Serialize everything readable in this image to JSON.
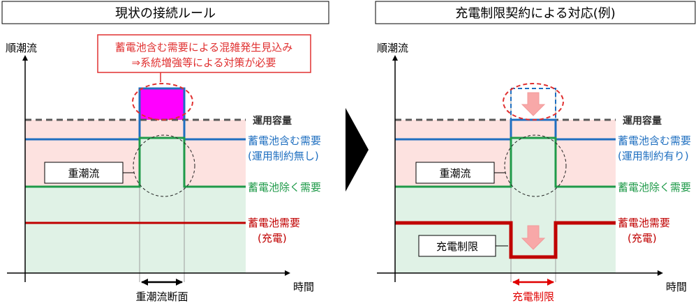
{
  "left": {
    "title": "現状の接続ルール",
    "y_axis_label": "順潮流",
    "x_axis_label": "時間",
    "callout_line1": "蓄電池含む需要による混雑発生見込み",
    "callout_line2": "⇒系統増強等による対策が必要",
    "capacity_label": "運用容量",
    "demand_with_battery_line1": "蓄電池含む需要",
    "demand_with_battery_line2": "(運用制約無し)",
    "demand_without_battery": "蓄電池除く需要",
    "battery_demand_line1": "蓄電池需要",
    "battery_demand_line2": "(充電)",
    "heavy_flow_label": "重潮流",
    "bottom_label": "重潮流断面"
  },
  "right": {
    "title": "充電制限契約による対応(例)",
    "y_axis_label": "順潮流",
    "x_axis_label": "時間",
    "capacity_label": "運用容量",
    "demand_with_battery_line1": "蓄電池含む需要",
    "demand_with_battery_line2": "(運用制約有り)",
    "demand_without_battery": "蓄電池除く需要",
    "battery_demand_line1": "蓄電池需要",
    "battery_demand_line2": "(充電)",
    "heavy_flow_label": "重潮流",
    "charge_limit_box_label": "充電制限",
    "bottom_label": "充電制限"
  },
  "colors": {
    "pink_zone": "#fde2e0",
    "green_zone": "#e0f2e6",
    "capacity_dash": "#595959",
    "blue": "#1f6fc0",
    "green": "#1f9a49",
    "red": "#c00000",
    "magenta": "#ff00ff",
    "callout_red": "#e03030",
    "arrow_pink": "#f8a8a8"
  },
  "icons": [
    "chevron-right-icon",
    "down-arrow-icon",
    "double-arrow-icon"
  ]
}
